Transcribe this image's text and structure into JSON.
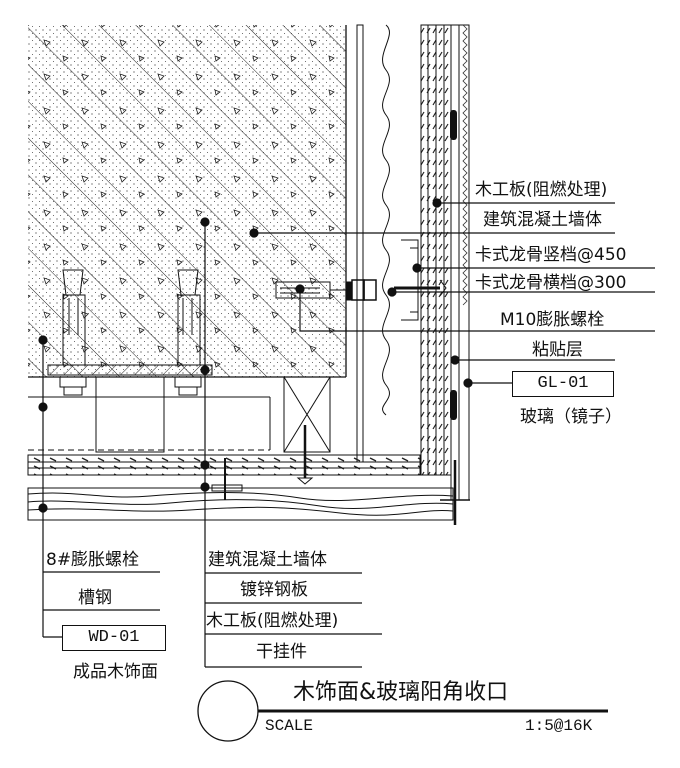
{
  "drawing": {
    "title": "木饰面&玻璃阳角收口",
    "scale_label": "SCALE",
    "scale_value": "1:5@16K",
    "line_color": "#111111",
    "background": "#ffffff"
  },
  "right_callouts": [
    {
      "text": "木工板(阻燃处理)"
    },
    {
      "text": "建筑混凝土墙体"
    },
    {
      "text": "卡式龙骨竖档@450"
    },
    {
      "text": "卡式龙骨横档@300"
    },
    {
      "text": "M10膨胀螺栓"
    },
    {
      "text": "粘贴层"
    }
  ],
  "glass_tag": {
    "code": "GL-01",
    "description": "玻璃（镜子）"
  },
  "left_callouts": [
    {
      "text": "8#膨胀螺栓"
    },
    {
      "text": "槽钢"
    }
  ],
  "wood_tag": {
    "code": "WD-01",
    "description": "成品木饰面"
  },
  "middle_callouts": [
    {
      "text": "建筑混凝土墙体"
    },
    {
      "text": "镀锌钢板"
    },
    {
      "text": "木工板(阻燃处理)"
    },
    {
      "text": "干挂件"
    }
  ]
}
